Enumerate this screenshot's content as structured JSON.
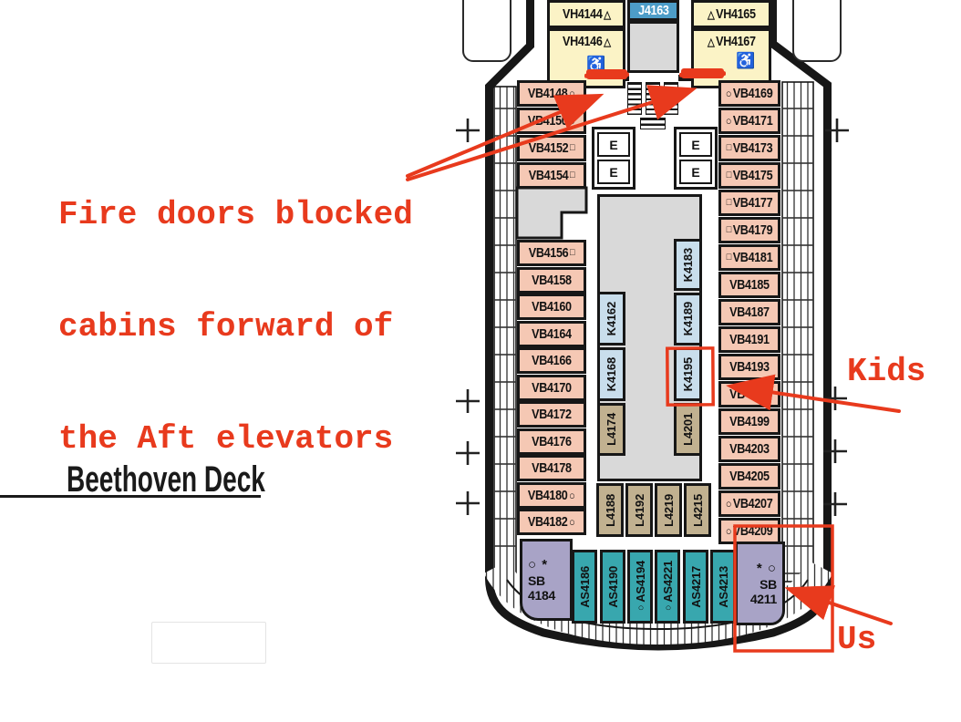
{
  "deck_name": "Beethoven Deck",
  "notes": {
    "fire": {
      "line1": "Fire doors blocked",
      "line2": "cabins forward of",
      "line3": "the Aft elevators"
    },
    "kids": "Kids",
    "us": "Us"
  },
  "symbols": {
    "circle": "○",
    "square": "□",
    "triangle": "△",
    "wheelchair": "♿",
    "star": "*"
  },
  "colors": {
    "pink": "#f5c8b4",
    "yellow": "#fbf3c6",
    "blue": "#4d9dc8",
    "lightblue": "#c9deec",
    "tan": "#c1b190",
    "teal": "#38a7ae",
    "purple": "#a8a3c6",
    "gray": "#d9d9d9",
    "red": "#e83a1d",
    "wall": "#171717"
  },
  "plan": {
    "top_left": [
      {
        "label": "VH4144",
        "sym": "triangle",
        "sym_pos": "after"
      },
      {
        "label": "VH4146",
        "sym": "triangle",
        "sym_pos": "after",
        "wheelchair": true
      }
    ],
    "top_center": {
      "label": "J4163"
    },
    "top_right": [
      {
        "label": "VH4165",
        "sym": "triangle",
        "sym_pos": "before"
      },
      {
        "label": "VH4167",
        "sym": "triangle",
        "sym_pos": "before",
        "wheelchair": true
      }
    ],
    "left_column": [
      {
        "label": "VB4148",
        "sym": "circle",
        "sym_pos": "after"
      },
      {
        "label": "VB4150",
        "sym": "circle",
        "sym_pos": "after"
      },
      {
        "label": "VB4152",
        "sym": "square",
        "sym_pos": "after"
      },
      {
        "label": "VB4154",
        "sym": "square",
        "sym_pos": "after"
      },
      {
        "label": "VB4156",
        "sym": "square",
        "sym_pos": "after"
      },
      {
        "label": "VB4158"
      },
      {
        "label": "VB4160"
      },
      {
        "label": "VB4164"
      },
      {
        "label": "VB4166"
      },
      {
        "label": "VB4170"
      },
      {
        "label": "VB4172"
      },
      {
        "label": "VB4176"
      },
      {
        "label": "VB4178"
      },
      {
        "label": "VB4180",
        "sym": "circle",
        "sym_pos": "after"
      },
      {
        "label": "VB4182",
        "sym": "circle",
        "sym_pos": "after"
      }
    ],
    "right_column": [
      {
        "label": "VB4169",
        "sym": "circle",
        "sym_pos": "before"
      },
      {
        "label": "VB4171",
        "sym": "circle",
        "sym_pos": "before"
      },
      {
        "label": "VB4173",
        "sym": "square",
        "sym_pos": "before"
      },
      {
        "label": "VB4175",
        "sym": "square",
        "sym_pos": "before"
      },
      {
        "label": "VB4177",
        "sym": "square",
        "sym_pos": "before"
      },
      {
        "label": "VB4179",
        "sym": "square",
        "sym_pos": "before"
      },
      {
        "label": "VB4181",
        "sym": "square",
        "sym_pos": "before"
      },
      {
        "label": "VB4185"
      },
      {
        "label": "VB4187"
      },
      {
        "label": "VB4191"
      },
      {
        "label": "VB4193"
      },
      {
        "label": "VB4197"
      },
      {
        "label": "VB4199"
      },
      {
        "label": "VB4203"
      },
      {
        "label": "VB4205"
      },
      {
        "label": "VB4207",
        "sym": "circle",
        "sym_pos": "before"
      },
      {
        "label": "VB4209",
        "sym": "circle",
        "sym_pos": "before"
      }
    ],
    "inner_left": [
      {
        "label": "K4162"
      },
      {
        "label": "K4168"
      },
      {
        "label": "L4174"
      }
    ],
    "inner_right": [
      {
        "label": "K4183"
      },
      {
        "label": "K4189"
      },
      {
        "label": "K4195"
      },
      {
        "label": "L4201"
      }
    ],
    "inner_bottom": [
      {
        "label": "L4188"
      },
      {
        "label": "L4192"
      },
      {
        "label": "L4219"
      },
      {
        "label": "L4215"
      }
    ],
    "stern_row": [
      {
        "label": "AS4186"
      },
      {
        "label": "AS4190"
      },
      {
        "label": "AS4194",
        "sym": "circle"
      },
      {
        "label": "AS4221",
        "sym": "circle"
      },
      {
        "label": "AS4217"
      },
      {
        "label": "AS4213"
      }
    ],
    "suite_left": {
      "sym_line": "○ *",
      "name": "SB",
      "number": "4184"
    },
    "suite_right": {
      "sym_line": "* ○",
      "name": "SB",
      "number": "4211"
    },
    "elevator_label": "E"
  }
}
